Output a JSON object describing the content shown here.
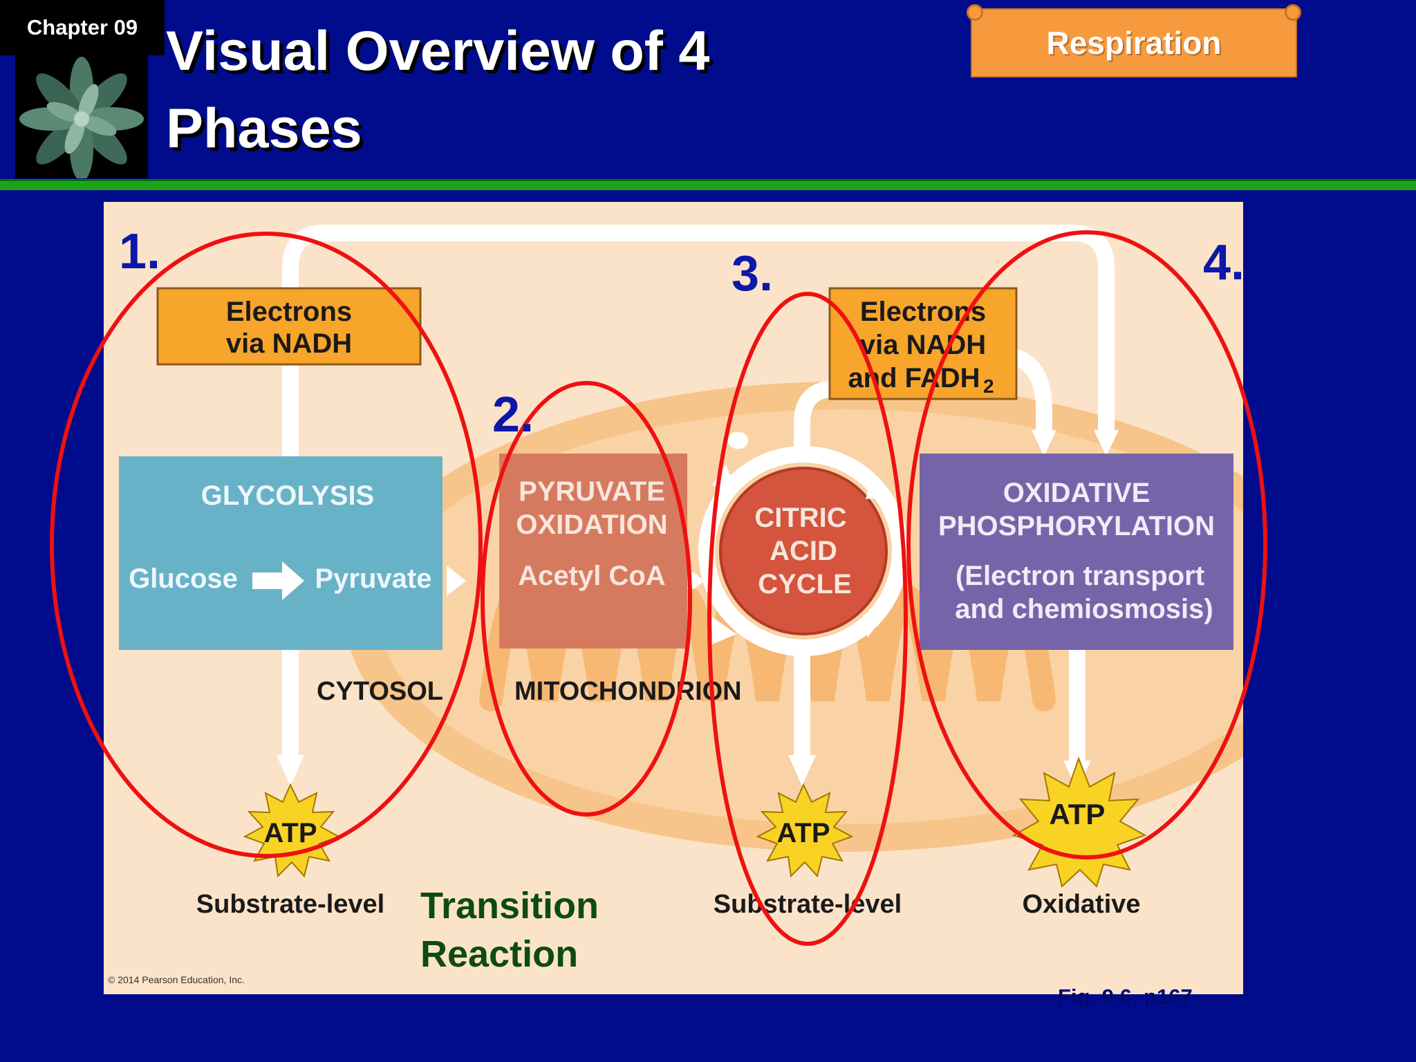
{
  "header": {
    "chapter_label": "Chapter 09",
    "title_line1": "Visual Overview of 4",
    "title_line2": "Phases",
    "section_label": "Respiration"
  },
  "diagram": {
    "electrons_nadh": [
      "Electrons",
      "via NADH"
    ],
    "electrons_nadh_fadh": [
      "Electrons",
      "via NADH",
      "and FADH"
    ],
    "fadh_subscript": "2",
    "glycolysis": {
      "title": "GLYCOLYSIS",
      "input": "Glucose",
      "output": "Pyruvate"
    },
    "pyruvate_oxidation": {
      "title": [
        "PYRUVATE",
        "OXIDATION"
      ],
      "product": "Acetyl CoA"
    },
    "citric_acid_cycle": [
      "CITRIC",
      "ACID",
      "CYCLE"
    ],
    "oxidative_phosphorylation": {
      "title": [
        "OXIDATIVE",
        "PHOSPHORYLATION"
      ],
      "detail": [
        "(Electron transport",
        "and chemiosmosis)"
      ]
    },
    "location_cytosol": "CYTOSOL",
    "location_mitochondrion": "MITOCHONDRION",
    "atp_label": "ATP",
    "atp_types": [
      "Substrate-level",
      "Substrate-level",
      "Oxidative"
    ],
    "copyright": "© 2014 Pearson Education, Inc."
  },
  "annotations": {
    "phase_numbers": [
      "1.",
      "2.",
      "3.",
      "4."
    ],
    "transition_label": [
      "Transition",
      "Reaction"
    ],
    "figure_reference": "Fig. 9.6, p167",
    "colors": {
      "ellipse": "#ee1111",
      "phase_number": "#0b18a8",
      "transition_text": "#0c4d0c"
    }
  }
}
